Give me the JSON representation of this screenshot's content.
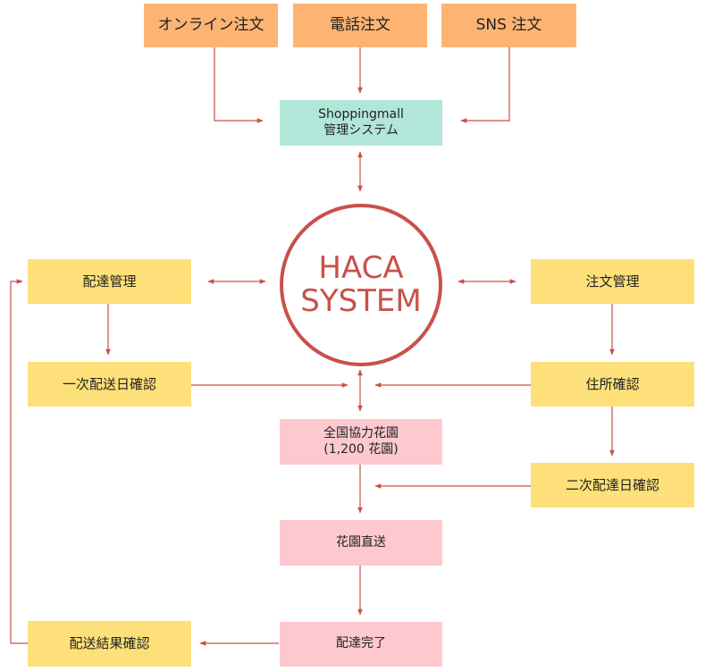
{
  "sources": {
    "online": "オンライン注文",
    "phone": "電話注文",
    "sns": "SNS 注文"
  },
  "shopping_mall": {
    "line1": "Shoppingmall",
    "line2": "管理システム"
  },
  "hub": {
    "line1": "HACA",
    "line2": "SYSTEM"
  },
  "left_flow": {
    "delivery_management": "配達管理",
    "first_delivery_date": "一次配送日確認",
    "delivery_result": "配送結果確認"
  },
  "right_flow": {
    "order_management": "注文管理",
    "address_check": "住所確認",
    "second_delivery_date": "二次配達日確認"
  },
  "center_flow": {
    "partner_gardens_line1": "全国協力花園",
    "partner_gardens_line2": "(1,200 花園)",
    "garden_direct": "花園直送",
    "delivery_complete": "配達完了"
  },
  "colors": {
    "source_box": "#fdb473",
    "system_box": "#b2e6d8",
    "management_box": "#fde07a",
    "flow_box": "#fdc9cf",
    "arrow": "#c9504a",
    "hub_ring": "#c9504a"
  }
}
